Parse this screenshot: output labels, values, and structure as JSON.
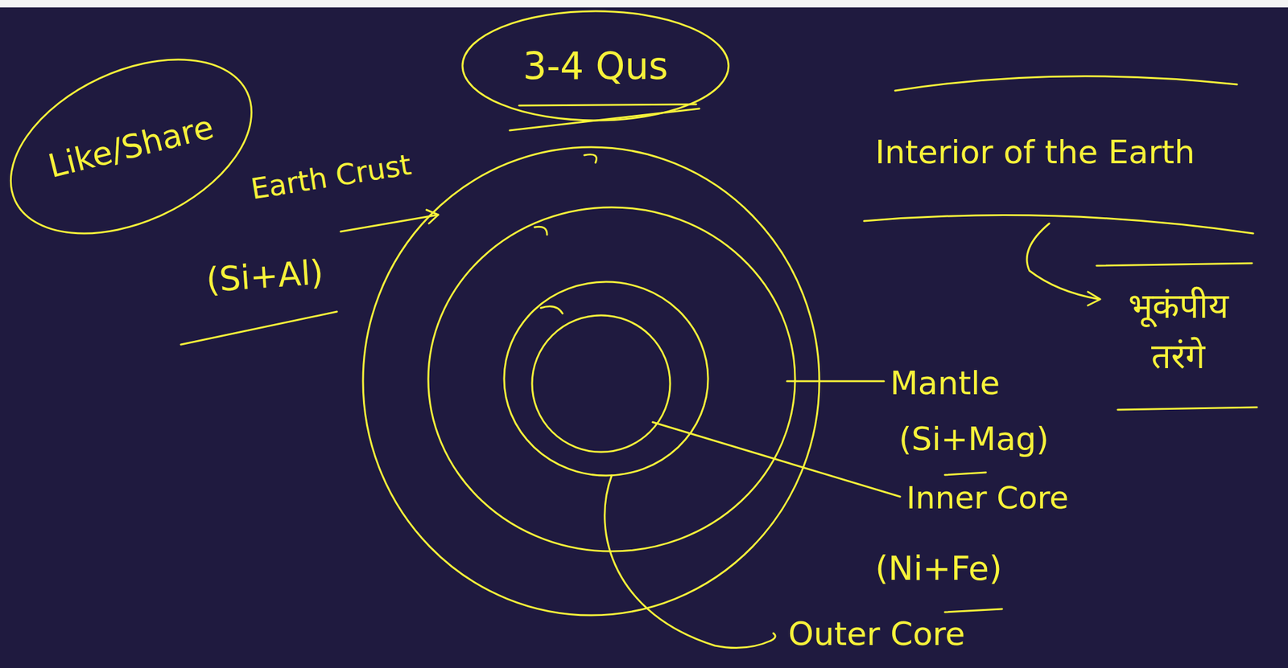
{
  "diagram": {
    "title": "Interior of the Earth",
    "nodes": [
      {
        "text": [
          "Like/Share"
        ]
      },
      {
        "text": [
          "3-4 Qus"
        ]
      }
    ],
    "labels": [
      "Earth Crust",
      "(Si+Al)",
      "Mantle",
      "(Si+Mag)",
      "Inner Core",
      "(Ni+Fe)",
      "Outer Core",
      "भूकंपीय तरंगे"
    ]
  }
}
